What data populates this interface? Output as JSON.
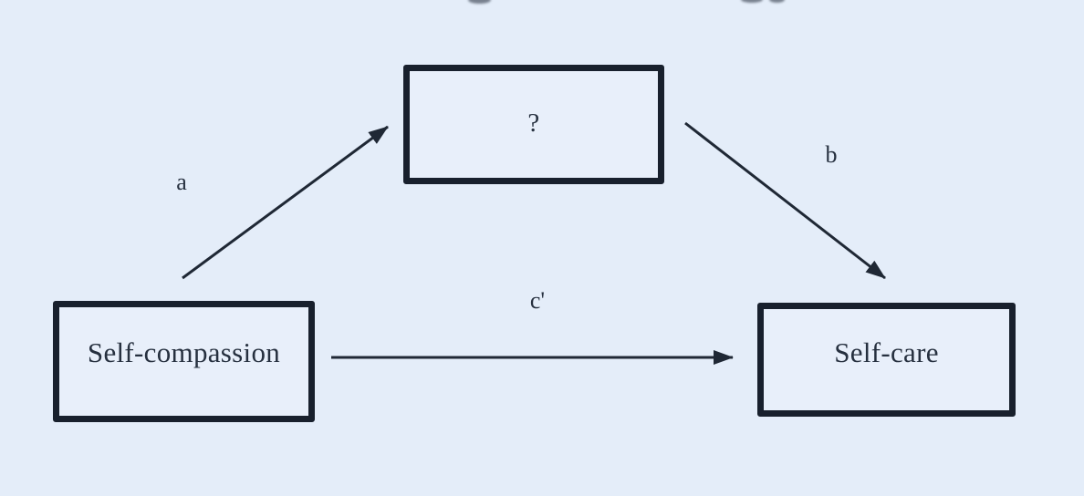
{
  "diagram": {
    "type": "mediation-model-path-diagram",
    "background_color": "#e4edf9",
    "box_border_color": "#18202d",
    "box_fill_color": "#e8effa",
    "arrow_color": "#1f2835",
    "text_color": "#26303f",
    "nodes": {
      "mediator": {
        "label": "?",
        "role": "mediator"
      },
      "predictor": {
        "label": "Self-compassion",
        "role": "predictor"
      },
      "outcome": {
        "label": "Self-care",
        "role": "outcome"
      }
    },
    "paths": {
      "a": {
        "label": "a",
        "from": "Self-compassion",
        "to": "?"
      },
      "b": {
        "label": "b",
        "from": "?",
        "to": "Self-care"
      },
      "c_prime": {
        "label": "c'",
        "from": "Self-compassion",
        "to": "Self-care"
      }
    }
  }
}
